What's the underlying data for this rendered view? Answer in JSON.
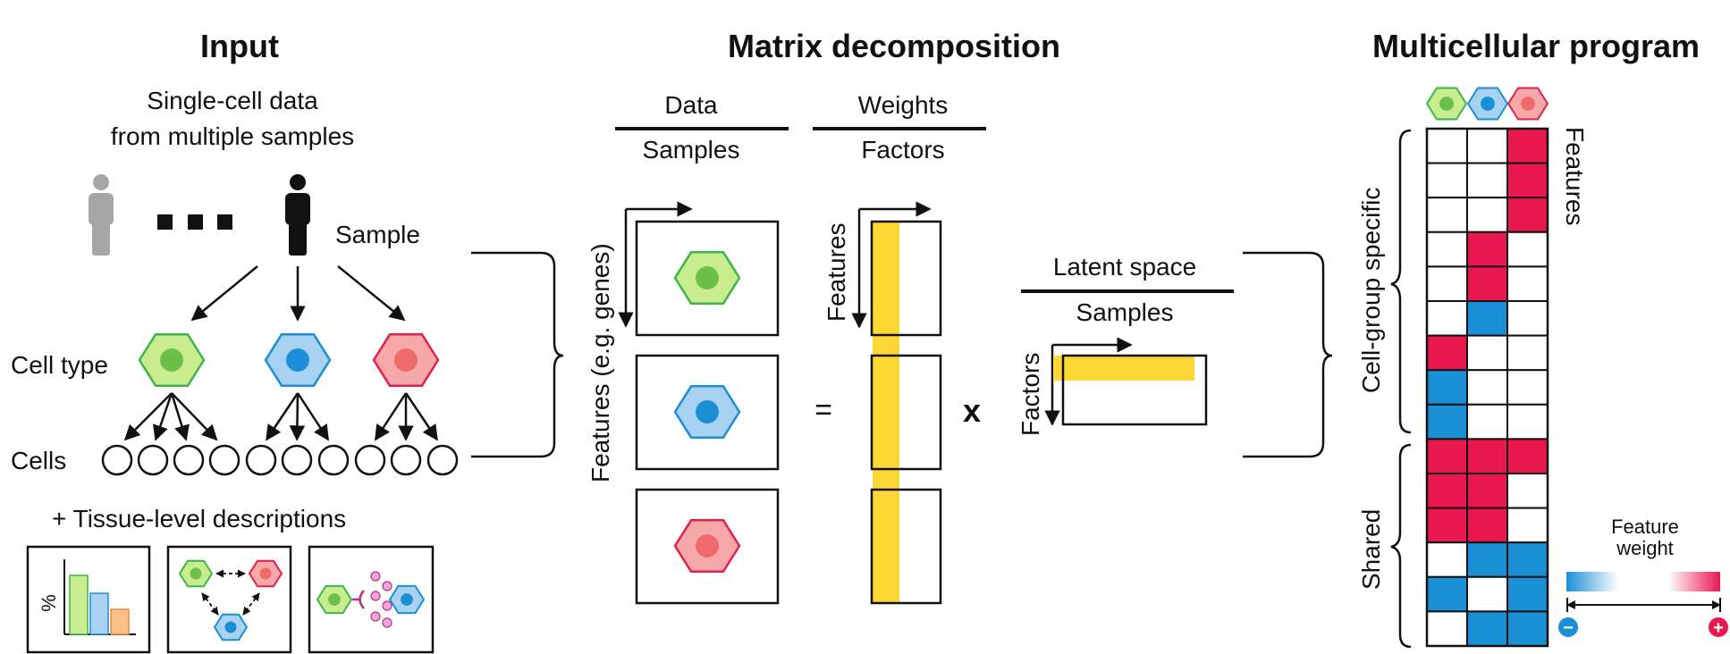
{
  "sections": {
    "input": {
      "title": "Input",
      "subtitle_line1": "Single-cell data",
      "subtitle_line2": "from multiple samples",
      "sample_label": "Sample",
      "cell_type_label": "Cell type",
      "cells_label": "Cells",
      "tissue_label": "+ Tissue-level descriptions",
      "percent_label": "%"
    },
    "decomposition": {
      "title": "Matrix decomposition",
      "data_label": "Data",
      "samples_label_1": "Samples",
      "weights_label": "Weights",
      "factors_label_1": "Factors",
      "features_axis_label": "Features (e.g. genes)",
      "features_label": "Features",
      "equals": "=",
      "times": "x",
      "latent_label": "Latent space",
      "samples_label_2": "Samples",
      "factors_label_2": "Factors"
    },
    "program": {
      "title": "Multicellular program",
      "features_label": "Features",
      "specific_label": "Cell-group specific",
      "shared_label": "Shared",
      "weight_label_line1": "Feature",
      "weight_label_line2": "weight",
      "minus": "−",
      "plus": "+"
    }
  },
  "colors": {
    "green_fill": "#c8ec8e",
    "green_stroke": "#3db54a",
    "green_dot": "#6cc04a",
    "blue_fill": "#a9d2f2",
    "blue_stroke": "#1b8fd6",
    "blue_dot": "#1b8fd6",
    "red_fill": "#f7a8a8",
    "red_stroke": "#e3204e",
    "red_dot": "#ef6b6b",
    "heat_pos": "#e8174f",
    "heat_neg": "#1b8fd6",
    "yellow": "#fdd835"
  },
  "heatmap": {
    "rows": [
      [
        0,
        0,
        1
      ],
      [
        0,
        0,
        1
      ],
      [
        0,
        0,
        1
      ],
      [
        0,
        1,
        0
      ],
      [
        0,
        1,
        0
      ],
      [
        0,
        -1,
        0
      ],
      [
        1,
        0,
        0
      ],
      [
        -1,
        0,
        0
      ],
      [
        -1,
        0,
        0
      ],
      [
        1,
        1,
        1
      ],
      [
        1,
        1,
        0
      ],
      [
        1,
        1,
        0
      ],
      [
        0,
        -1,
        -1
      ],
      [
        -1,
        0,
        -1
      ],
      [
        0,
        -1,
        -1
      ]
    ]
  }
}
